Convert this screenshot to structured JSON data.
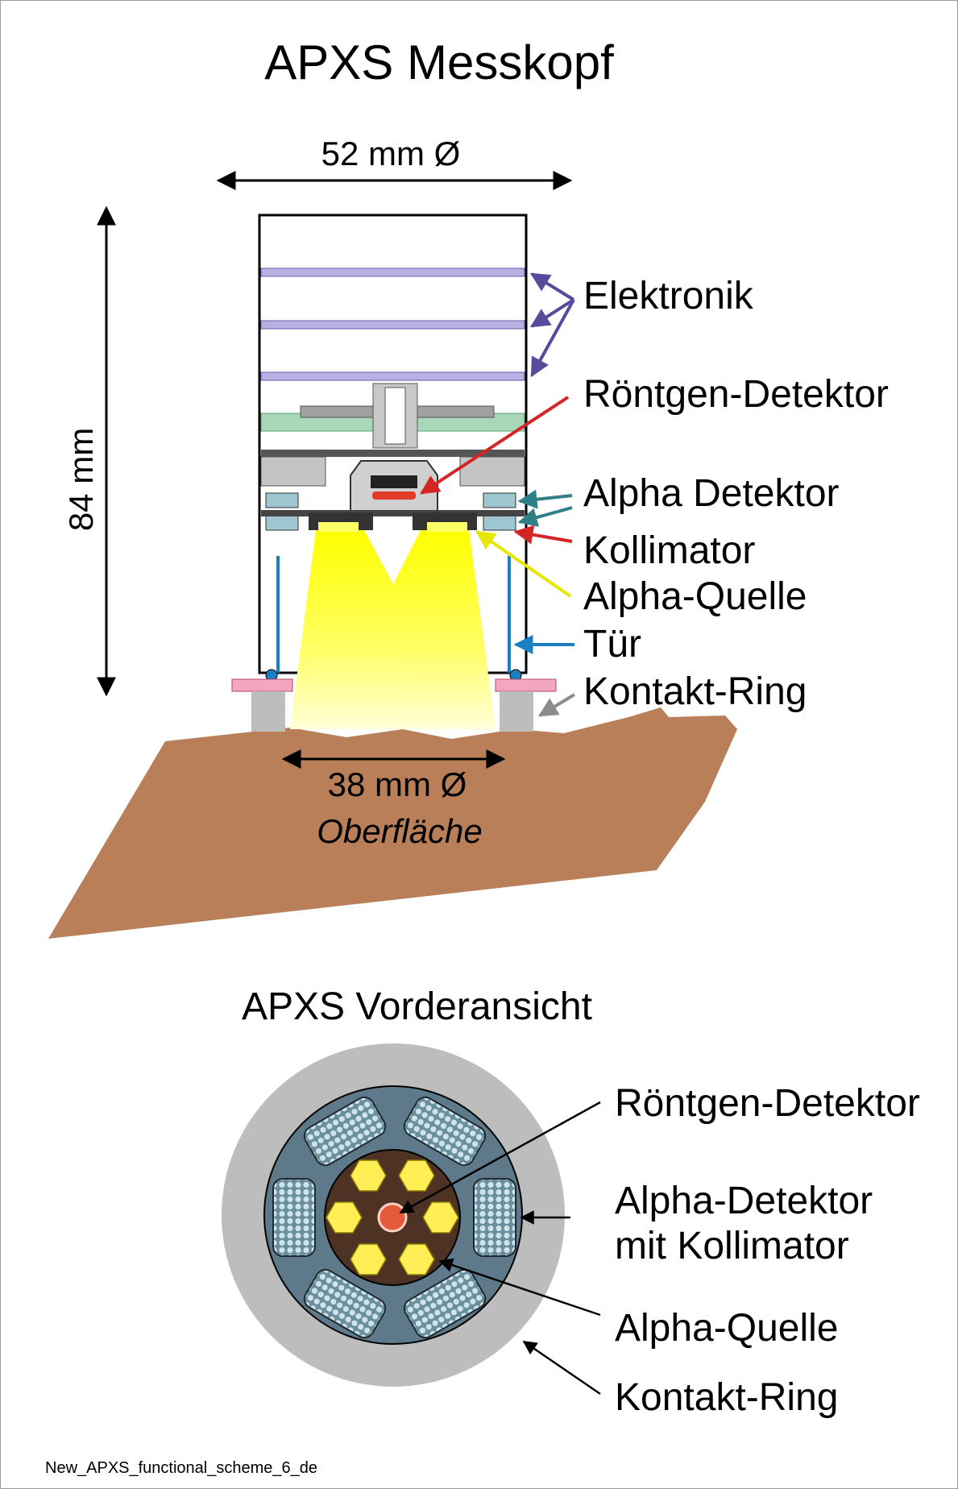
{
  "header": {
    "title": "APXS Messkopf"
  },
  "side_view": {
    "width_dimension": "52 mm Ø",
    "height_dimension": "84 mm",
    "bottom_dimension": "38 mm Ø",
    "surface_label": "Oberfläche",
    "labels": {
      "electronics": "Elektronik",
      "xray_detector": "Röntgen-Detektor",
      "alpha_detector": "Alpha Detektor",
      "collimator": "Kollimator",
      "alpha_source": "Alpha-Quelle",
      "door": "Tür",
      "contact_ring": "Kontakt-Ring"
    }
  },
  "front_view": {
    "title": "APXS Vorderansicht",
    "labels": {
      "xray_detector": "Röntgen-Detektor",
      "alpha_detector_line1": "Alpha-Detektor",
      "alpha_detector_line2": "mit Kollimator",
      "alpha_source": "Alpha-Quelle",
      "contact_ring": "Kontakt-Ring"
    }
  },
  "footer": {
    "filename": "New_APXS_functional_scheme_6_de"
  },
  "colors": {
    "soil": "#b97f58",
    "beam": "#ffff00",
    "electronics_arrow": "#5a4a9c",
    "xray_arrow": "#d42424",
    "alpha_detector_arrow": "#2e7f86",
    "alpha_source_arrow": "#e6e600",
    "door_arrow": "#1b7fc4",
    "contact_ring_arrow": "#8c8c8c",
    "front_ring": "#bdbdbd",
    "front_disk": "#5e7a8a",
    "front_core": "#4e3325"
  }
}
